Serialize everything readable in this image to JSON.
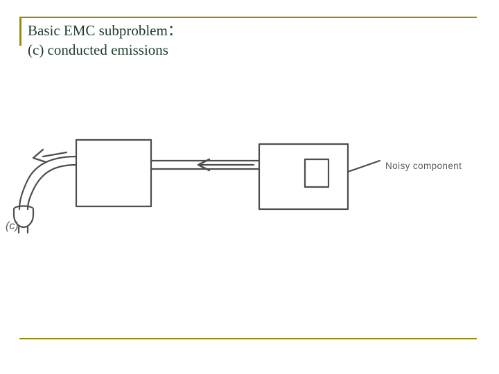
{
  "slide": {
    "title": "Basic EMC subproblem：\n(c) conducted emissions",
    "accent_color": "#9a8b10",
    "title_color": "#1d3b2a"
  },
  "figure": {
    "panel_letter": "(c)",
    "noisy_component_label": "Noisy component",
    "stroke_color": "#4d4d4d",
    "elements": [
      {
        "name": "equipment-box",
        "type": "rectangle"
      },
      {
        "name": "noisy-equipment-box",
        "type": "rectangle"
      },
      {
        "name": "noisy-component-inner-box",
        "type": "rectangle"
      },
      {
        "name": "power-cord-curve",
        "type": "curve"
      },
      {
        "name": "power-plug",
        "type": "plug"
      },
      {
        "name": "interconnect-cable",
        "type": "double-line"
      },
      {
        "name": "emission-arrow-left",
        "type": "arrow"
      },
      {
        "name": "emission-arrow-cord",
        "type": "arrow"
      },
      {
        "name": "leader-line",
        "type": "line"
      }
    ]
  }
}
